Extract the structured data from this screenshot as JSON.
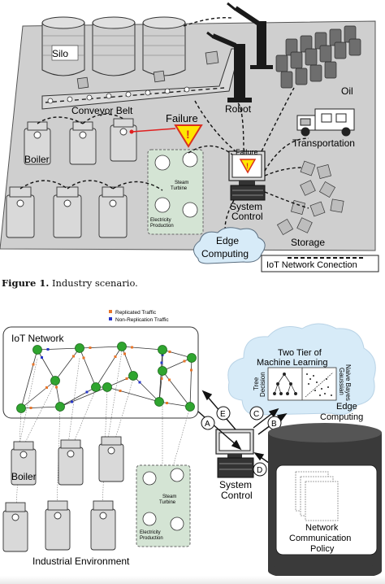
{
  "figure1": {
    "labels": {
      "silo": "Silo",
      "oil": "Oil",
      "conveyor_belt": "Conveyor Belt",
      "robot": "Robot",
      "failure_top": "Failure",
      "failure_system": "Failure",
      "transportation": "Transportation",
      "boiler": "Boiler",
      "steam_turbine_1": "Steam",
      "steam_turbine_2": "Turbine",
      "electricity_1": "Electricity",
      "electricity_2": "Production",
      "system_control_1": "System",
      "system_control_2": "Control",
      "storage": "Storage",
      "edge_computing_1": "Edge",
      "edge_computing_2": "Computing",
      "legend": "IoT Network Conection"
    },
    "caption_label": "Figure 1.",
    "caption_text": " Industry scenario."
  },
  "figure2": {
    "legend": {
      "replicated": "Replicated Traffic",
      "non_replicated": "Non-Replication Traffic"
    },
    "labels": {
      "iot_network": "IoT Network",
      "ml_title_1": "Two Tier of",
      "ml_title_2": "Machine Learning",
      "decision_tree_1": "Decision",
      "decision_tree_2": "Tree",
      "naive_bayes_1": "Gaussian",
      "naive_bayes_2": "Naive Bayes",
      "edge_computing_1": "Edge",
      "edge_computing_2": "Computing",
      "boiler": "Boiler",
      "steam_turbine_1": "Steam",
      "steam_turbine_2": "Turbine",
      "electricity_1": "Electricity",
      "electricity_2": "Production",
      "system_control_1": "System",
      "system_control_2": "Control",
      "policy_1": "Network",
      "policy_2": "Communication",
      "policy_3": "Policy",
      "industrial_env": "Industrial Environment",
      "step_a": "A",
      "step_b": "B",
      "step_c": "C",
      "step_d": "D",
      "step_e": "E"
    },
    "colors": {
      "node": "#2fa52f",
      "replicated": "#e8762b",
      "non_replicated": "#2636c9",
      "cloud": "#d7ebf8",
      "database": "#3a3a3a"
    }
  }
}
